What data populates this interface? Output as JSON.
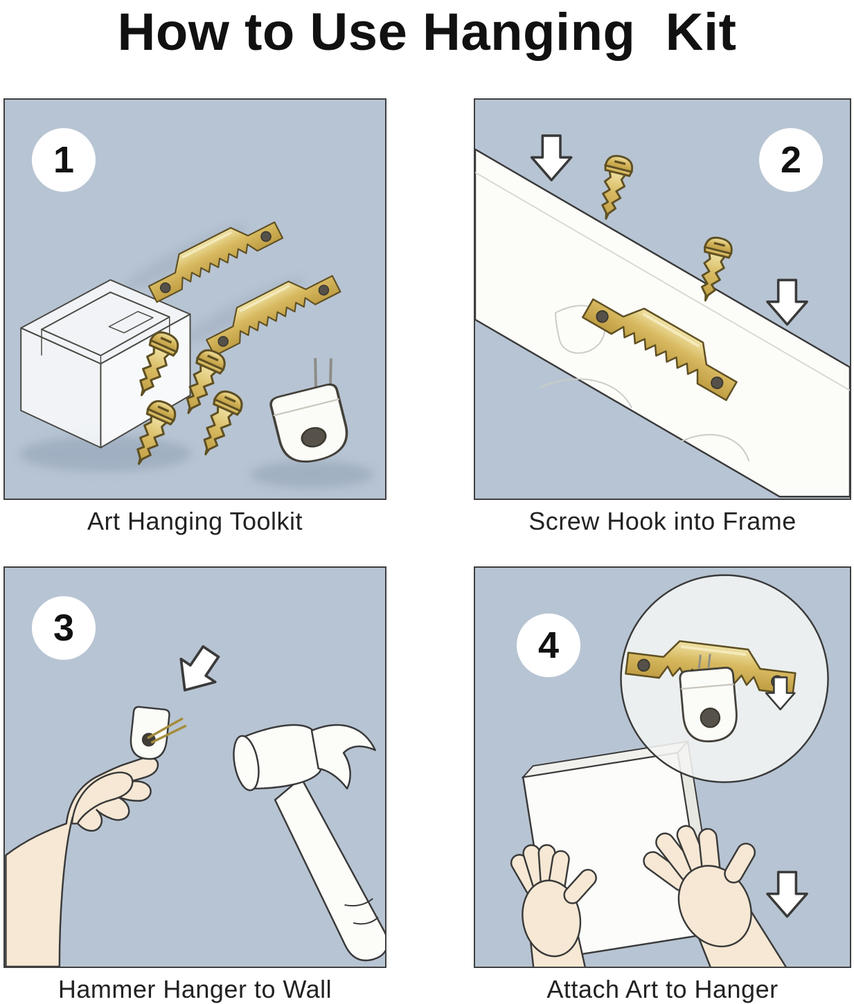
{
  "title": "How to Use Hanging  Kit",
  "panels": [
    {
      "number": "1",
      "caption": "Art Hanging Toolkit",
      "elements": [
        "storage-box",
        "sawtooth-hanger",
        "sawtooth-hanger",
        "screw",
        "screw",
        "screw",
        "screw",
        "hanging-hook"
      ]
    },
    {
      "number": "2",
      "caption": "Screw Hook into Frame",
      "elements": [
        "picture-frame-board",
        "sawtooth-hanger",
        "screw",
        "screw",
        "down-arrow",
        "down-arrow"
      ]
    },
    {
      "number": "3",
      "caption": "Hammer Hanger to Wall",
      "elements": [
        "hand",
        "wall-hanger",
        "pins",
        "hammer",
        "down-left-arrow"
      ]
    },
    {
      "number": "4",
      "caption": "Attach Art to Hanger",
      "elements": [
        "zoom-circle",
        "sawtooth-hanger",
        "hanging-hook",
        "canvas",
        "left-hand",
        "right-hand",
        "down-arrow"
      ]
    }
  ],
  "colors": {
    "background": "#ffffff",
    "panel_background": "#b7c4d3",
    "brass_gold": "#d8ba61",
    "outline": "#3a3a3a",
    "skin": "#f6e8d4",
    "text": "#1a1a1a"
  }
}
